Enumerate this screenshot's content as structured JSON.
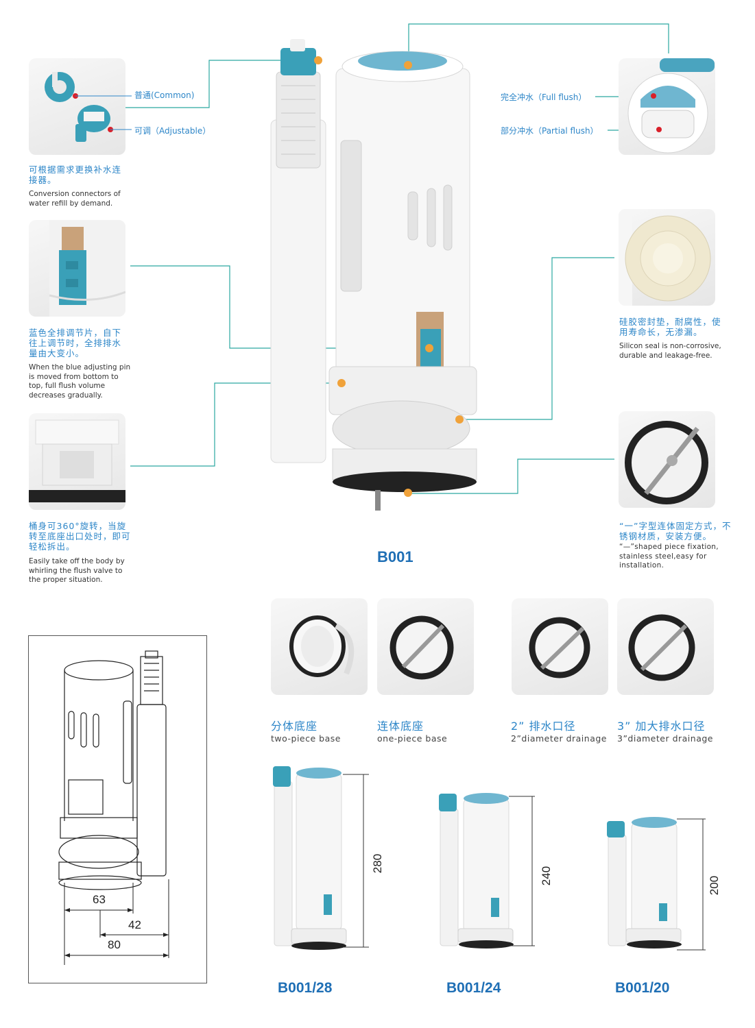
{
  "callouts": {
    "common": "普通(Common)",
    "adjustable": "可调（Adjustable）",
    "full_flush": "完全冲水（Full flush）",
    "partial_flush": "部分冲水（Partial flush）"
  },
  "features": {
    "conversion_cn": "可根据需求更换补水连接器。",
    "conversion_en": "Conversion connectors of water refill by demand.",
    "adjust_cn": "蓝色全排调节片，自下往上调节时，全排排水量由大变小。",
    "adjust_en": "When the blue adjusting pin is moved from bottom to top, full flush volume decreases gradually.",
    "rotate_cn": "桶身可360°旋转，当旋转至底座出口处时，即可轻松拆出。",
    "rotate_en": "Easily take off the body by whirling the flush valve to the proper situation.",
    "seal_cn": "硅胶密封垫，耐腐性，使用寿命长，无渗漏。",
    "seal_en": "Silicon seal is non-corrosive, durable and leakage-free.",
    "fixation_cn": "“一”字型连体固定方式，不锈钢材质，安装方便。",
    "fixation_en": "“—”shaped piece fixation, stainless steel,easy for installation."
  },
  "main_model": "B001",
  "variants": [
    {
      "cn": "分体底座",
      "en": "two-piece base"
    },
    {
      "cn": "连体底座",
      "en": "one-piece base"
    },
    {
      "cn": "2” 排水口径",
      "en": "2”diameter drainage"
    },
    {
      "cn": "3” 加大排水口径",
      "en": "3”diameter drainage"
    }
  ],
  "drawing_dims": {
    "a": "63",
    "b": "42",
    "c": "80"
  },
  "models": [
    {
      "name": "B001/28",
      "height": "280"
    },
    {
      "name": "B001/24",
      "height": "240"
    },
    {
      "name": "B001/20",
      "height": "200"
    }
  ],
  "colors": {
    "accent_blue": "#2d86c8",
    "model_blue": "#1f6fb5",
    "valve_teal": "#3aa0b8",
    "leader_line": "#2aa8a0",
    "dot_orange": "#f0a23a",
    "dot_red": "#d9202a"
  }
}
